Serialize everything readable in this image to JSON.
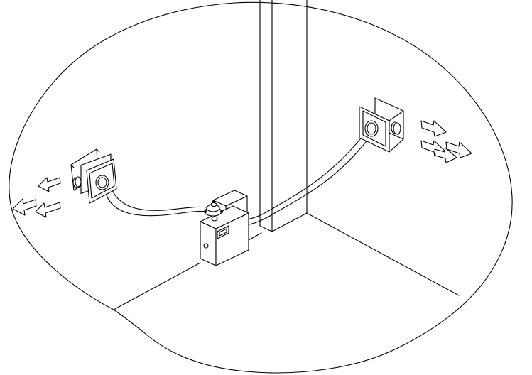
{
  "diagram": {
    "kind": "isometric room corner with central air-distribution box ducted to two wall vents",
    "colors": {
      "line": "#000000",
      "background": "#ffffff"
    },
    "components": [
      {
        "id": "central-unit",
        "icon": "box-with-top-distributor"
      },
      {
        "id": "left-vent",
        "icon": "square-wall-vent",
        "airflow": "outward-left",
        "arrows": 3
      },
      {
        "id": "right-vent",
        "icon": "square-wall-vent",
        "airflow": "outward-right",
        "arrows": 4
      },
      {
        "id": "left-duct",
        "icon": "flexible-duct"
      },
      {
        "id": "right-duct",
        "icon": "flexible-duct"
      }
    ]
  }
}
